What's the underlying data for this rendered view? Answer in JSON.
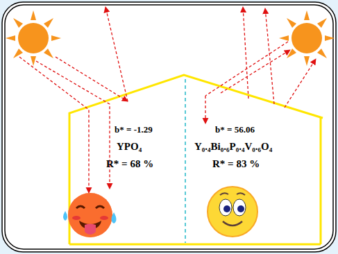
{
  "diagram": {
    "labels": [
      "b* = -1.29",
      "YPO₄",
      "R* = 68 %",
      "b* = 56.06",
      "Y₀.₄Bi₀.₆P₀.₄V₀.₆O₄",
      "R* = 83 %"
    ]
  }
}
